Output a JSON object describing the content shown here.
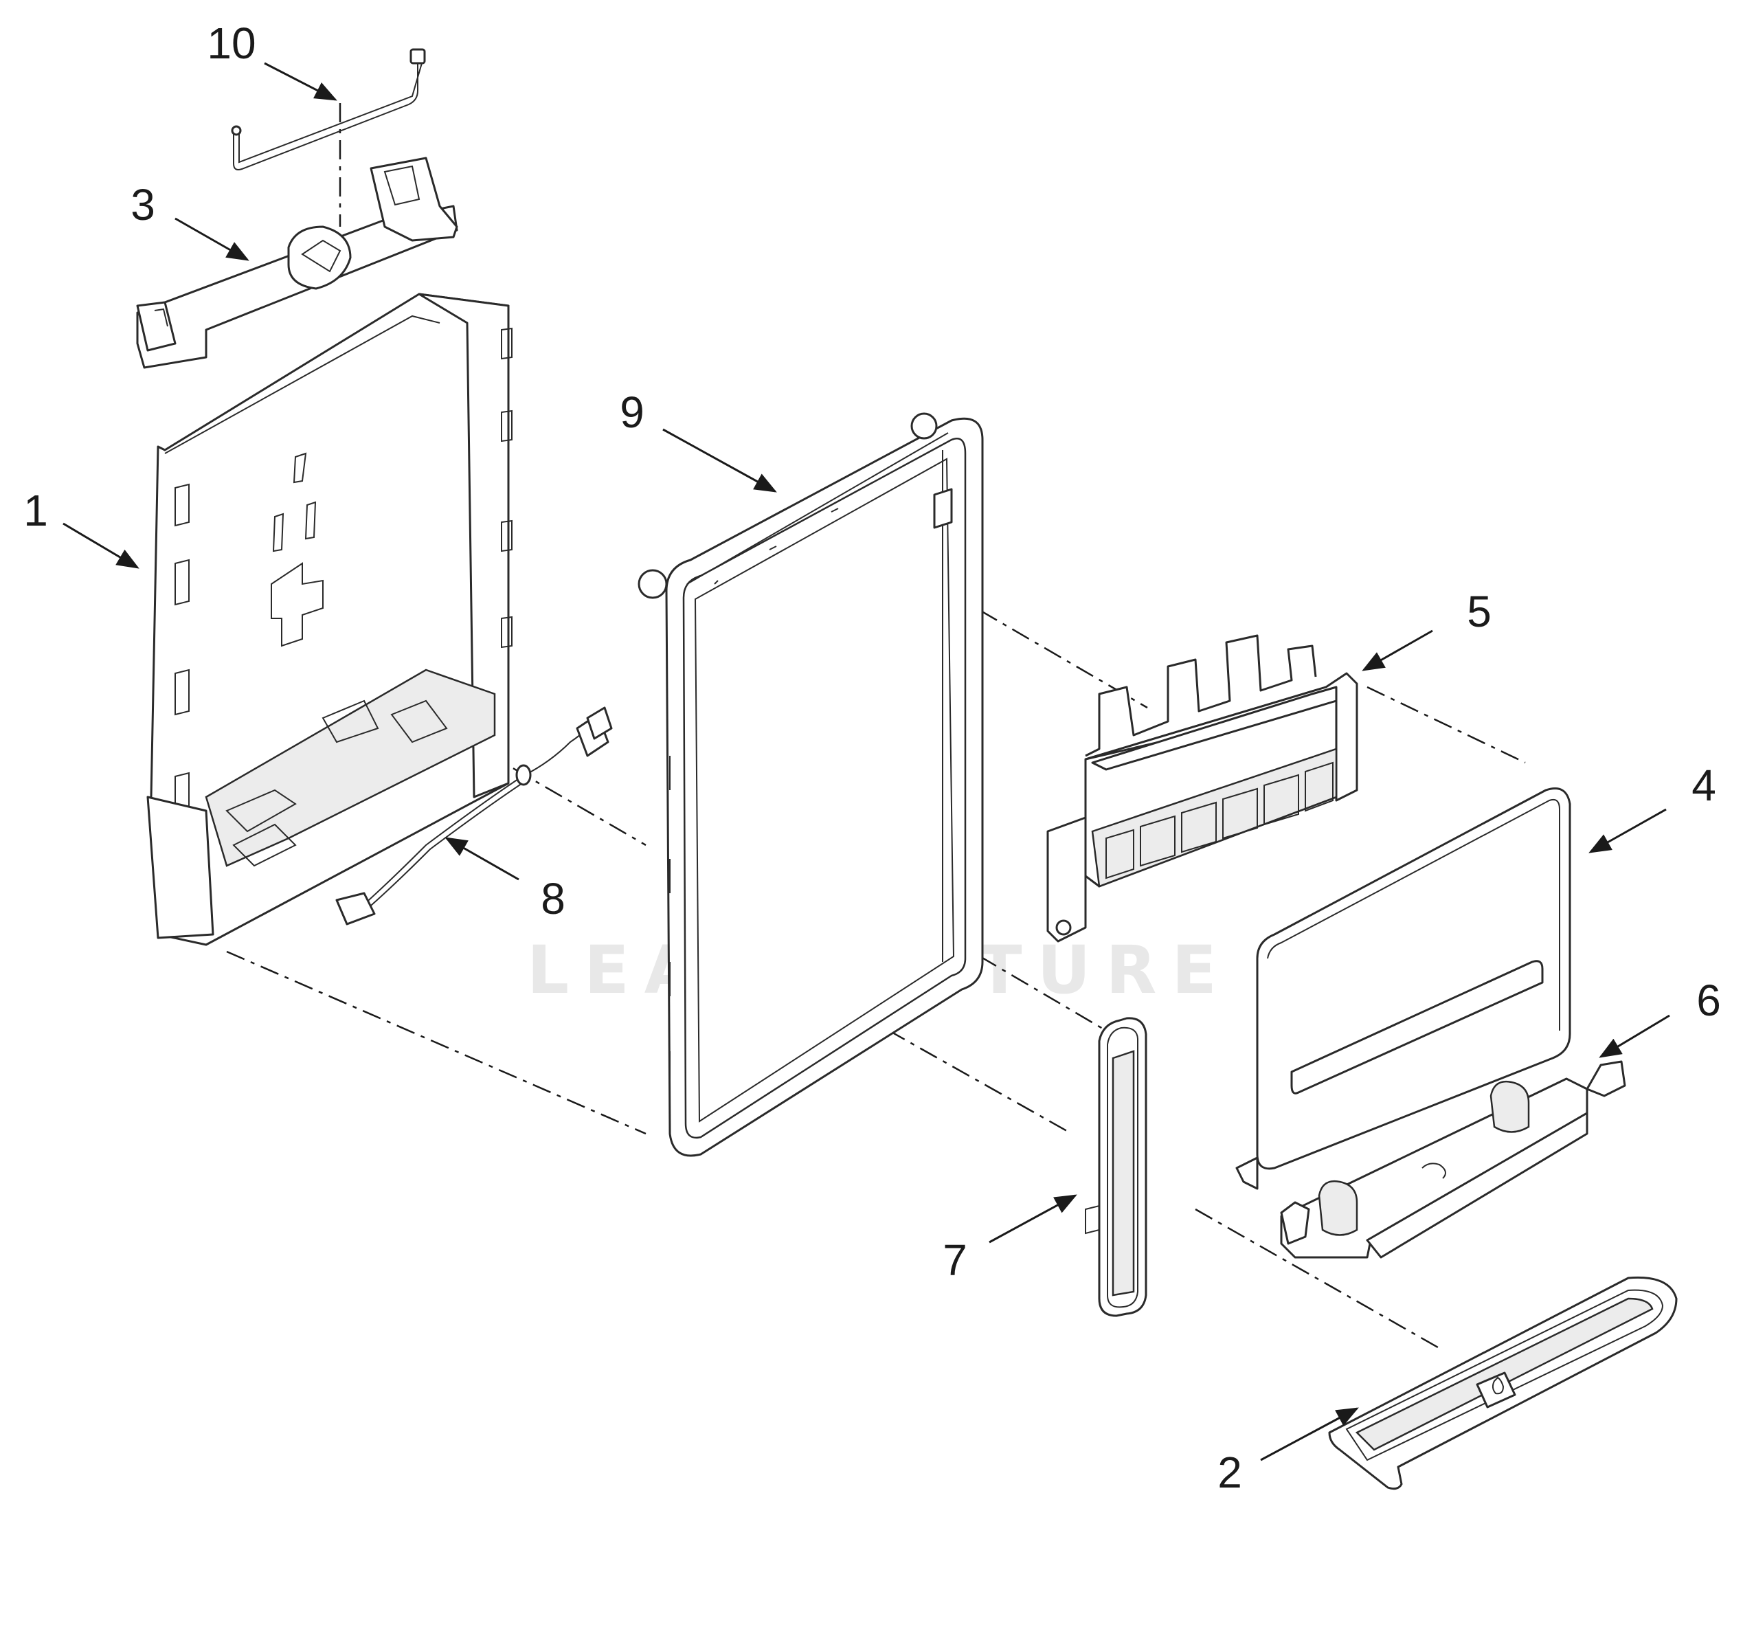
{
  "watermark": {
    "text": "LEADVENTURE"
  },
  "callouts": {
    "c1": "1",
    "c2": "2",
    "c3": "3",
    "c4": "4",
    "c5": "5",
    "c6": "6",
    "c7": "7",
    "c8": "8",
    "c9": "9",
    "c10": "10"
  },
  "parts": [
    {
      "number": "1",
      "icon": "housing-icon"
    },
    {
      "number": "2",
      "icon": "drip-tray-icon"
    },
    {
      "number": "3",
      "icon": "bracket-icon"
    },
    {
      "number": "4",
      "icon": "front-panel-icon"
    },
    {
      "number": "5",
      "icon": "control-board-icon"
    },
    {
      "number": "6",
      "icon": "paddle-base-icon"
    },
    {
      "number": "7",
      "icon": "paddle-icon"
    },
    {
      "number": "8",
      "icon": "wire-harness-icon"
    },
    {
      "number": "9",
      "icon": "frame-icon"
    },
    {
      "number": "10",
      "icon": "water-tube-icon"
    }
  ]
}
